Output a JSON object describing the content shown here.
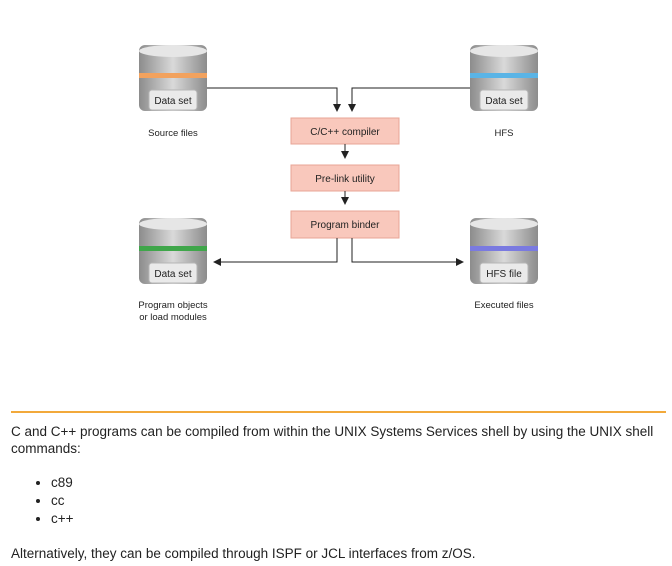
{
  "diagram": {
    "nodes": {
      "source_db": {
        "label": "Data set",
        "caption_lines": [
          "Source files"
        ],
        "band_color": "#f2a25e"
      },
      "hfs_db": {
        "label": "Data set",
        "caption_lines": [
          "HFS"
        ],
        "band_color": "#5ab4e6"
      },
      "objects_db": {
        "label": "Data set",
        "caption_lines": [
          "Program objects",
          "or load modules"
        ],
        "band_color": "#3fa64a"
      },
      "executed_db": {
        "label": "HFS file",
        "caption_lines": [
          "Executed files"
        ],
        "band_color": "#7a7ae0"
      }
    },
    "process_boxes": {
      "compiler": "C/C++ compiler",
      "prelink": "Pre-link utility",
      "binder": "Program binder"
    },
    "process_fill": "#f9c8bc",
    "process_border": "#e8a596"
  },
  "divider_color": "#f2a93b",
  "text": {
    "intro": "C and C++ programs can be compiled from within the UNIX Systems Services shell by using the UNIX shell commands:",
    "commands": [
      "c89",
      "cc",
      "c++"
    ],
    "outro": "Alternatively, they can be compiled through ISPF or JCL interfaces from z/OS."
  }
}
